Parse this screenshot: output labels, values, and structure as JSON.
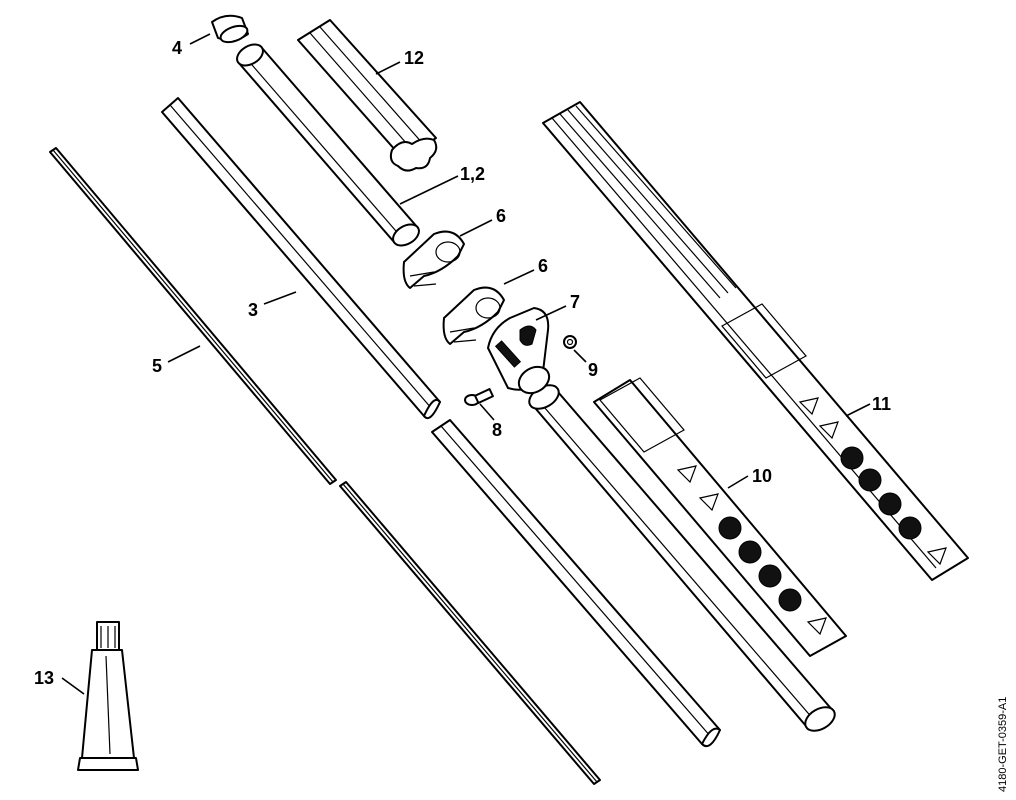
{
  "callouts": {
    "c1": "4",
    "c2": "12",
    "c3": "1,2",
    "c4": "6",
    "c5": "6",
    "c6": "7",
    "c7": "9",
    "c8": "3",
    "c9": "5",
    "c10": "8",
    "c11": "11",
    "c12": "10",
    "c13": "13"
  },
  "document_id": "4180-GET-0359-A1"
}
